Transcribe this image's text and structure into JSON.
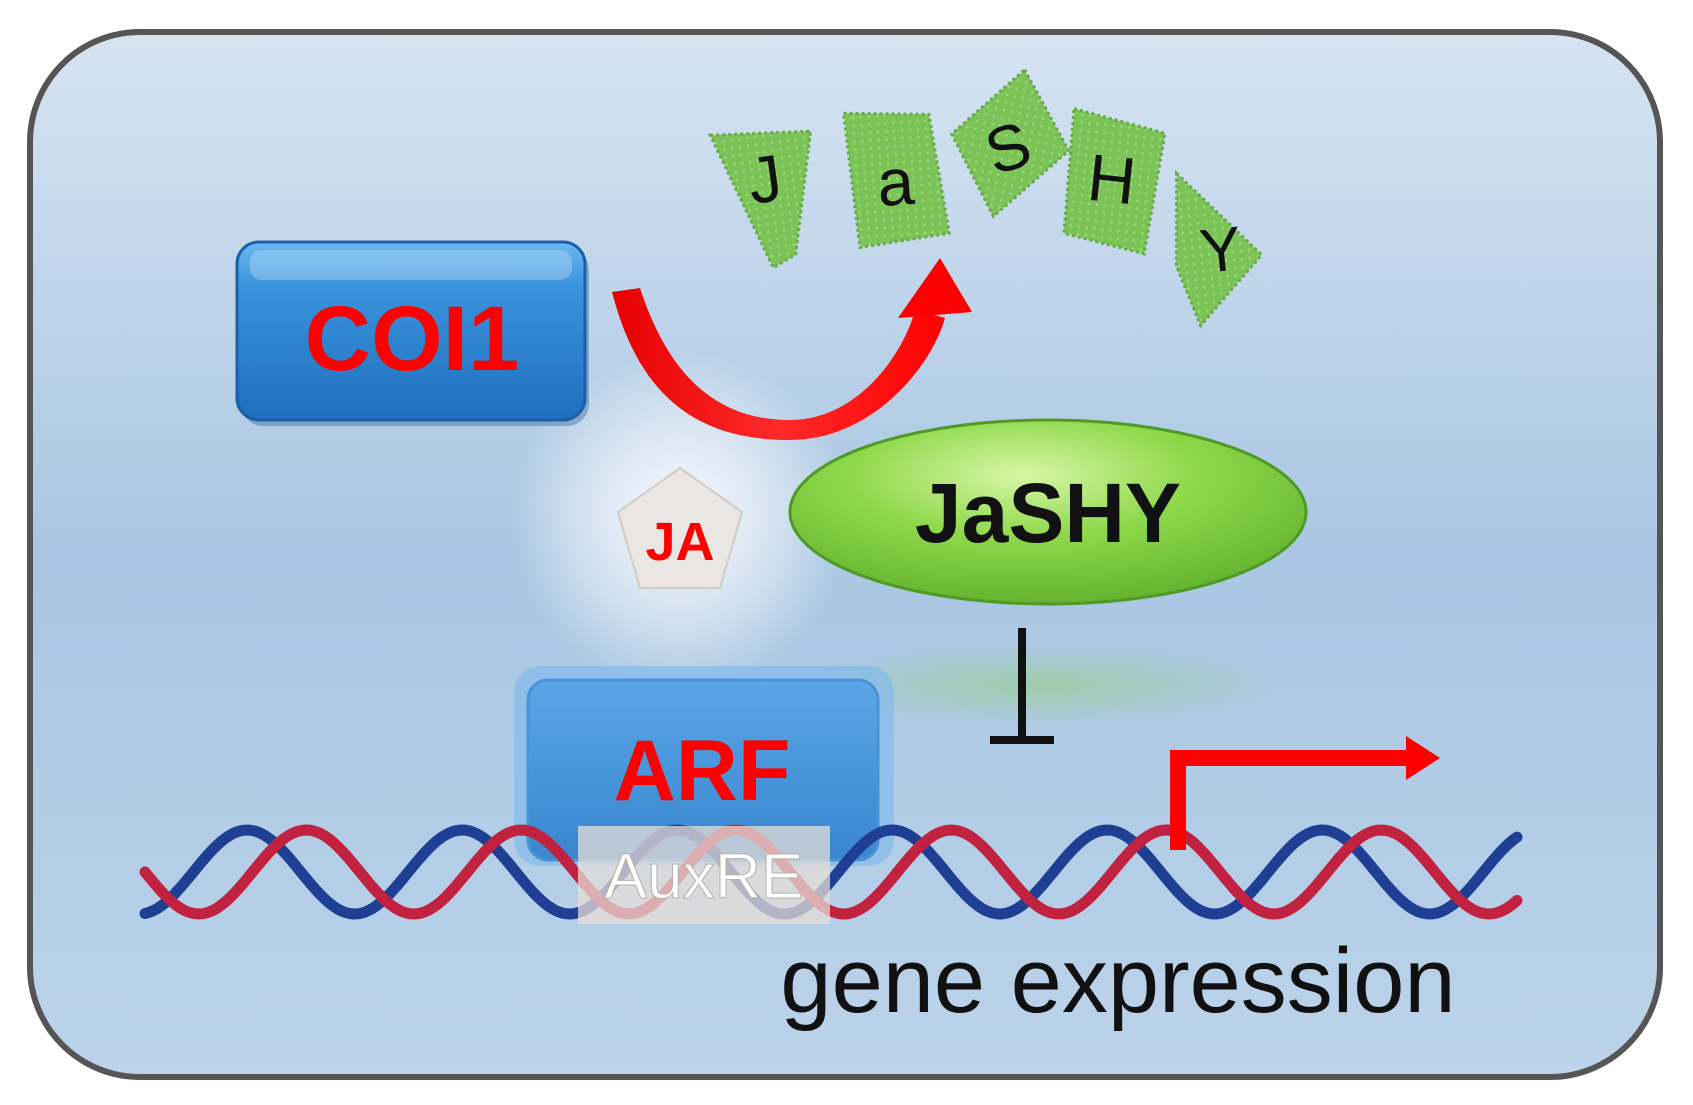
{
  "coi1": {
    "label": "COI1"
  },
  "ja": {
    "label": "JA"
  },
  "jashy": {
    "label": "JaSHY"
  },
  "fragments": [
    "J",
    "a",
    "S",
    "H",
    "Y"
  ],
  "arf": {
    "label": "ARF"
  },
  "auxre": {
    "label": "AuxRE"
  },
  "gene_expression": {
    "label": "gene expression"
  },
  "colors": {
    "cell_border": "#555555",
    "cell_fill": "#b6cfe6",
    "box_blue": "#2f86d6",
    "label_red": "#ff0000",
    "jashy_green": "#7fd43a",
    "fragment_green": "#7cc457",
    "dna_red": "#c0223f",
    "dna_blue": "#1f3f95"
  }
}
